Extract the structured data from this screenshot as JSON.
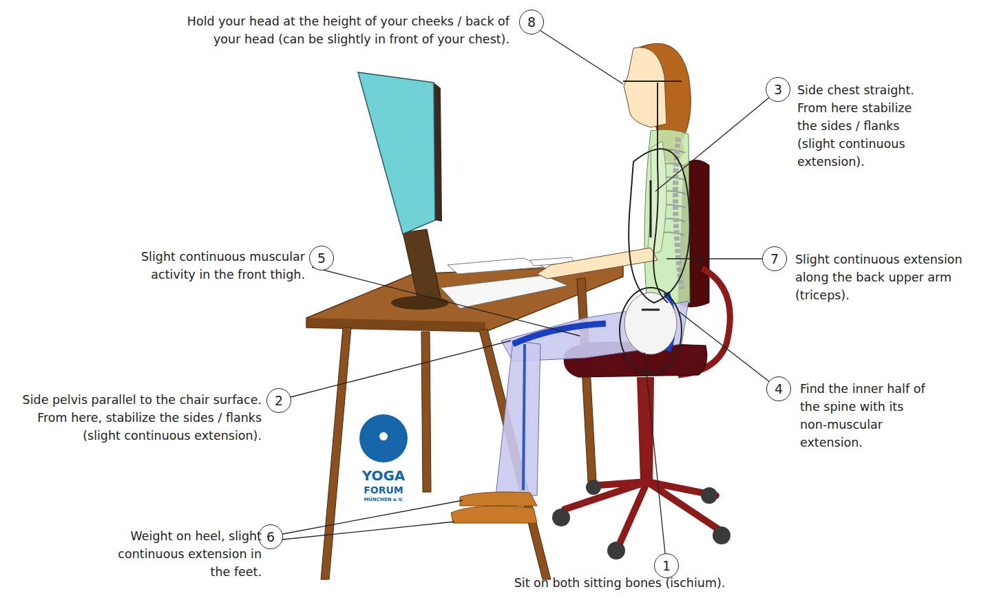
{
  "diagram": {
    "nodes": [
      {
        "text": [
          "8"
        ]
      },
      {
        "text": [
          "3"
        ]
      },
      {
        "text": [
          "5"
        ]
      },
      {
        "text": [
          "7"
        ]
      },
      {
        "text": [
          "2"
        ]
      },
      {
        "text": [
          "4"
        ]
      },
      {
        "text": [
          "6"
        ]
      },
      {
        "text": [
          "1"
        ]
      }
    ],
    "labels": [
      "Hold your head at the height of your cheeks / back of your head (can be slightly in front of your chest).",
      "Side chest straight. From here stabilize the sides / flanks (slight continuous extension).",
      "Slight continuous muscular activity in the front thigh.",
      "Slight continuous extension along the back upper arm (triceps).",
      "Side pelvis parallel to the chair surface. From here, stabilize the sides / flanks (slight continuous extension).",
      "Find the inner half of the spine with its non-muscular extension.",
      "YOGA",
      "FORUM",
      "MÜNCHEN e.V.",
      "Weight on heel, slight continuous extension in the feet.",
      "Sit on both sitting bones (ischium)."
    ]
  }
}
